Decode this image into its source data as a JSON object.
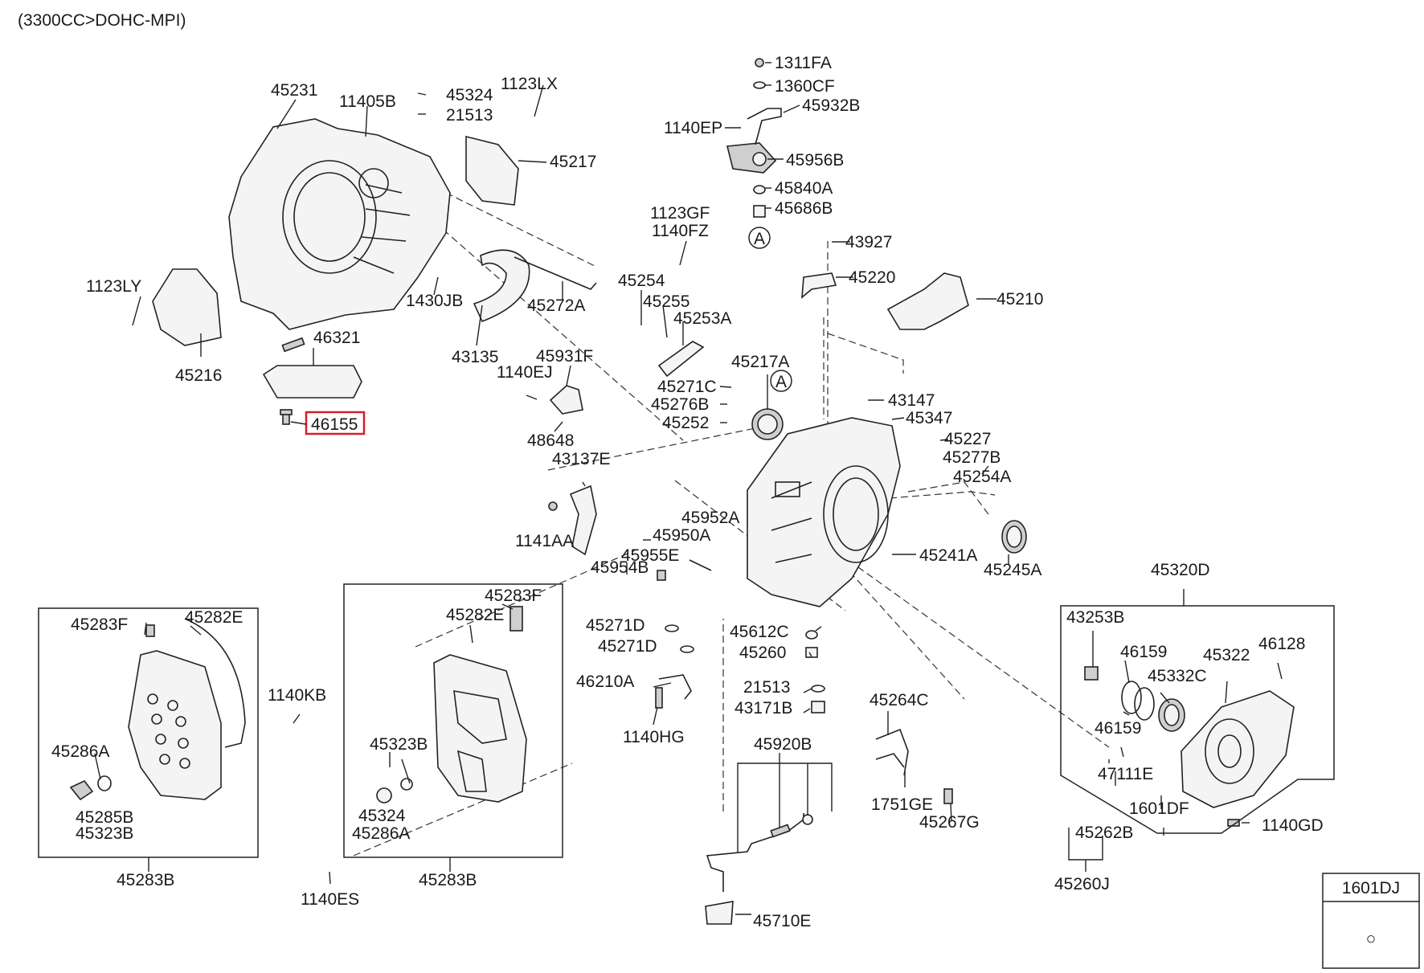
{
  "header": {
    "engine_spec": "(3300CC>DOHC-MPI)"
  },
  "highlight": {
    "part_number": "46155",
    "color": "#d61f26"
  },
  "circle_marker": "A",
  "table_1601dj": {
    "header": "1601DJ",
    "symbol": "○"
  },
  "parts": {
    "p45231": "45231",
    "p11405B": "11405B",
    "p45324a": "45324",
    "p21513a": "21513",
    "p1123LX": "1123LX",
    "p45217": "45217",
    "p1123LY": "1123LY",
    "p45216": "45216",
    "p1430JB": "1430JB",
    "p43135": "43135",
    "p45272A": "45272A",
    "p46321": "46321",
    "p46155": "46155",
    "p1311FA": "1311FA",
    "p1360CF": "1360CF",
    "p45932B": "45932B",
    "p1140EP": "1140EP",
    "p45956B": "45956B",
    "p45840A": "45840A",
    "p45686B": "45686B",
    "p1123GF": "1123GF",
    "p1140FZ": "1140FZ",
    "p43927": "43927",
    "p45220": "45220",
    "p45210": "45210",
    "p45254": "45254",
    "p45255": "45255",
    "p45253A": "45253A",
    "p45931F": "45931F",
    "p1140EJ": "1140EJ",
    "p45217A": "45217A",
    "p45271C": "45271C",
    "p45276B": "45276B",
    "p45252": "45252",
    "p48648": "48648",
    "p43147": "43147",
    "p45347": "45347",
    "p45227": "45227",
    "p45277B": "45277B",
    "p43137E": "43137E",
    "p45254A": "45254A",
    "p45952A": "45952A",
    "p45950A": "45950A",
    "p1141AA": "1141AA",
    "p45955E": "45955E",
    "p45241A": "45241A",
    "p45245A": "45245A",
    "p45954B": "45954B",
    "p45320D": "45320D",
    "p45283Fa": "45283F",
    "p45282Ea": "45282E",
    "p45283Fb": "45283F",
    "p45282Eb": "45282E",
    "p45271Da": "45271D",
    "p45612C": "45612C",
    "p43253B": "43253B",
    "p45271Db": "45271D",
    "p45260": "45260",
    "p46159a": "46159",
    "p45322": "45322",
    "p46128": "46128",
    "p46210A": "46210A",
    "p45332C": "45332C",
    "p1140KB": "1140KB",
    "p21513b": "21513",
    "p43171B": "43171B",
    "p45264C": "45264C",
    "p46159b": "46159",
    "p45286Aa": "45286A",
    "p1140HG": "1140HG",
    "p45323Ba": "45323B",
    "p45920B": "45920B",
    "p47111E": "47111E",
    "p45285B": "45285B",
    "p45323Bb": "45323B",
    "p45324b": "45324",
    "p45286Ab": "45286A",
    "p1751GE": "1751GE",
    "p1601DF": "1601DF",
    "p45267G": "45267G",
    "p45262B": "45262B",
    "p1140GD": "1140GD",
    "p45283Ba": "45283B",
    "p45283Bb": "45283B",
    "p45260J": "45260J",
    "p1140ES": "1140ES",
    "p45710E": "45710E"
  }
}
